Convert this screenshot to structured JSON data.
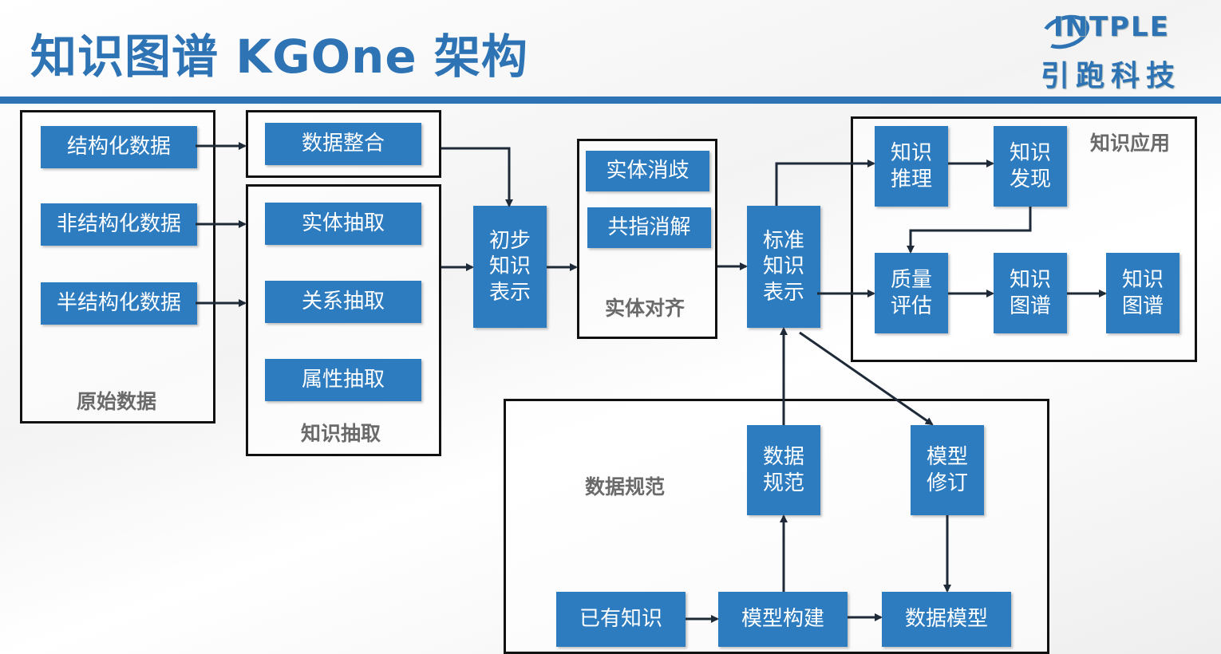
{
  "header": {
    "title": "知识图谱 KGOne 架构",
    "logo_en": "INTPLE",
    "logo_cn": "引跑科技"
  },
  "groups": {
    "raw_data": "原始数据",
    "knowledge_extraction": "知识抽取",
    "entity_alignment": "实体对齐",
    "knowledge_application": "知识应用",
    "data_specification": "数据规范"
  },
  "nodes": {
    "structured_data": "结构化数据",
    "unstructured_data": "非结构化数据",
    "semi_structured_data": "半结构化数据",
    "data_integration": "数据整合",
    "entity_extraction": "实体抽取",
    "relation_extraction": "关系抽取",
    "attribute_extraction": "属性抽取",
    "preliminary_kr": [
      "初步",
      "知识",
      "表示"
    ],
    "entity_disambiguation": "实体消歧",
    "coreference_resolution": "共指消解",
    "standard_kr": [
      "标准",
      "知识",
      "表示"
    ],
    "knowledge_reasoning": [
      "知识",
      "推理"
    ],
    "knowledge_discovery": [
      "知识",
      "发现"
    ],
    "quality_assessment": [
      "质量",
      "评估"
    ],
    "knowledge_graph_1": [
      "知识",
      "图谱"
    ],
    "knowledge_graph_2": [
      "知识",
      "图谱"
    ],
    "data_spec": [
      "数据",
      "规范"
    ],
    "model_revision": [
      "模型",
      "修订"
    ],
    "existing_knowledge": "已有知识",
    "model_building": "模型构建",
    "data_model": "数据模型"
  },
  "colors": {
    "box": "#2e7cc0",
    "accent": "#2e74b5",
    "arrow": "#1f2a38"
  }
}
